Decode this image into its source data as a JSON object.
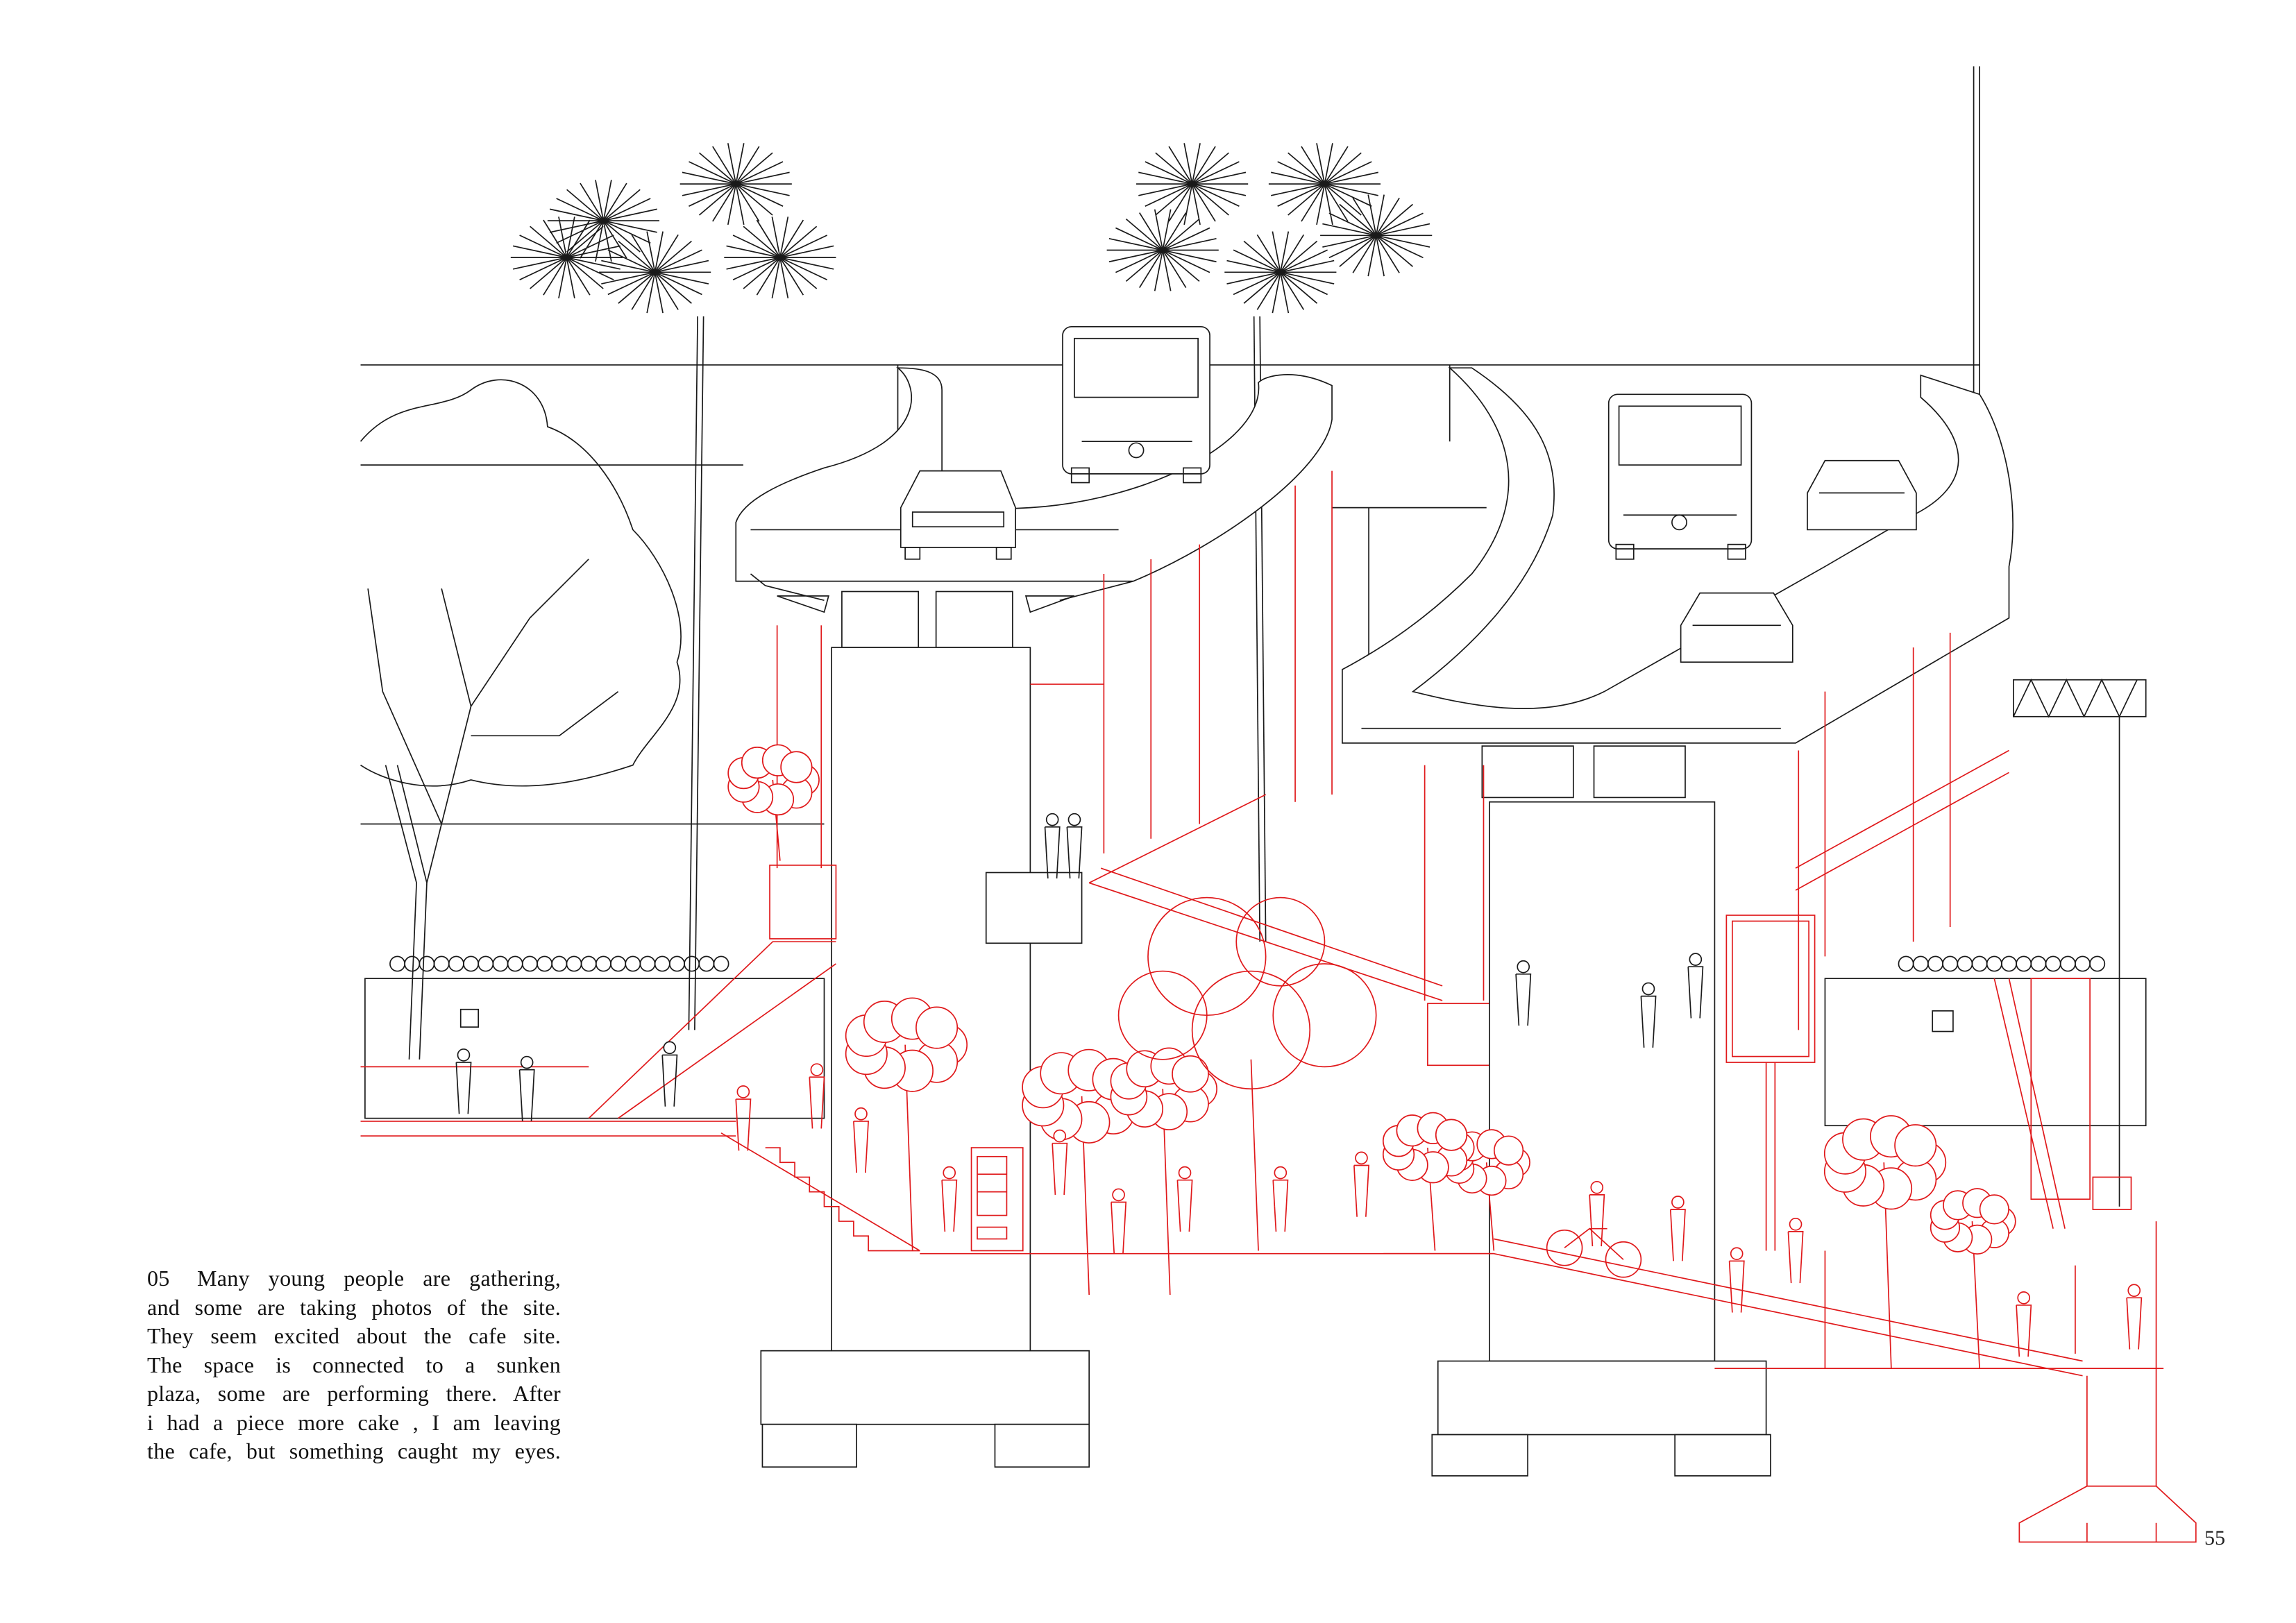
{
  "caption": {
    "number": "05",
    "lines": [
      "Many young people are gathering,",
      "and some are taking photos of the site.",
      "They seem excited about the cafe site.",
      "The space is connected to a sunken",
      "plaza, some are performing there. After",
      "i had a piece more cake , I am leaving",
      "the cafe, but something caught my eyes."
    ]
  },
  "page_number": "55",
  "colors": {
    "line": "#1a1a1a",
    "accent": "#e0191b",
    "background": "#ffffff"
  }
}
